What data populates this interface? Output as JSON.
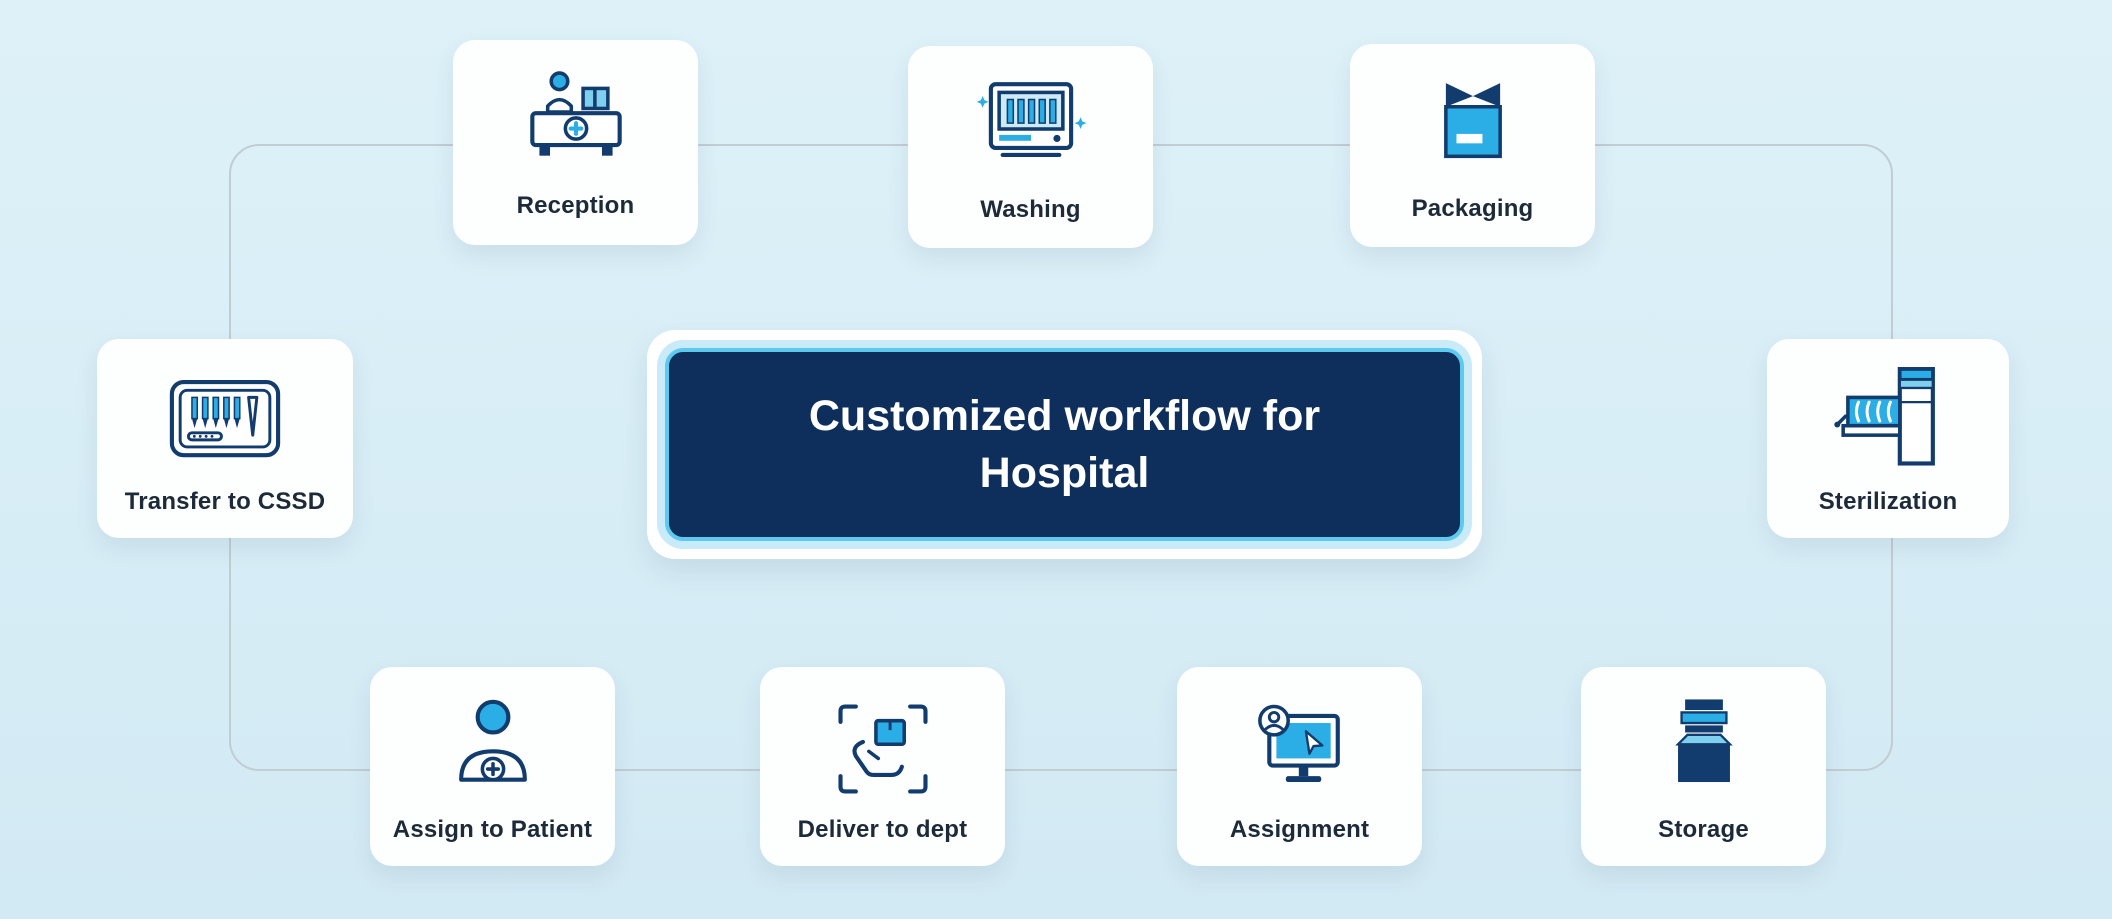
{
  "diagram_title": {
    "line1": "Customized workflow for",
    "line2": "Hospital"
  },
  "nodes": [
    {
      "id": "reception",
      "label": "Reception"
    },
    {
      "id": "washing",
      "label": "Washing"
    },
    {
      "id": "packaging",
      "label": "Packaging"
    },
    {
      "id": "transfer",
      "label": "Transfer to CSSD"
    },
    {
      "id": "sterilization",
      "label": "Sterilization"
    },
    {
      "id": "assign",
      "label": "Assign to Patient"
    },
    {
      "id": "deliver",
      "label": "Deliver to dept"
    },
    {
      "id": "assignment",
      "label": "Assignment"
    },
    {
      "id": "storage",
      "label": "Storage"
    }
  ],
  "icons": [
    "reception-desk-icon",
    "washer-machine-icon",
    "packaging-box-icon",
    "instrument-tray-icon",
    "sterilizer-machine-icon",
    "patient-person-icon",
    "hand-delivery-scan-icon",
    "computer-assignment-icon",
    "storage-box-icon"
  ],
  "colors": {
    "background": "#d7ecf5",
    "card": "#fdfefe",
    "banner_fill": "#0e2e5c",
    "banner_border": "#5ec9ef",
    "banner_text": "#ffffff",
    "icon_navy": "#123c6d",
    "icon_cyan": "#2aaee5",
    "icon_light_cyan": "#cdeaf7",
    "connector_line": "#c2ccd3",
    "label_text": "#1d2a39"
  }
}
